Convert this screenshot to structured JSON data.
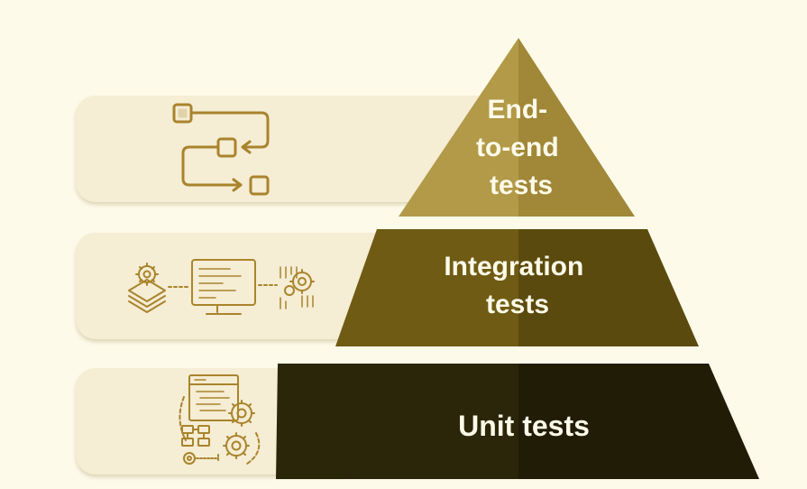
{
  "pyramid": {
    "tiers": [
      {
        "id": "e2e",
        "lines": [
          "End-",
          "to-end",
          "tests"
        ]
      },
      {
        "id": "integ",
        "lines": [
          "Integration",
          "tests"
        ]
      },
      {
        "id": "unit",
        "lines": [
          "Unit tests"
        ]
      }
    ]
  },
  "colors": {
    "background": "#fdfae9",
    "card": "#f5edd4",
    "icon_stroke": "#a9842c",
    "tier_e2e": "#b39a48",
    "tier_integration": "#6f5b14",
    "tier_unit": "#2b2509",
    "label_text": "#fdfae9"
  },
  "icons": [
    "flow-diagram-icon",
    "layers-monitor-gear-icon",
    "code-window-gears-icon"
  ]
}
